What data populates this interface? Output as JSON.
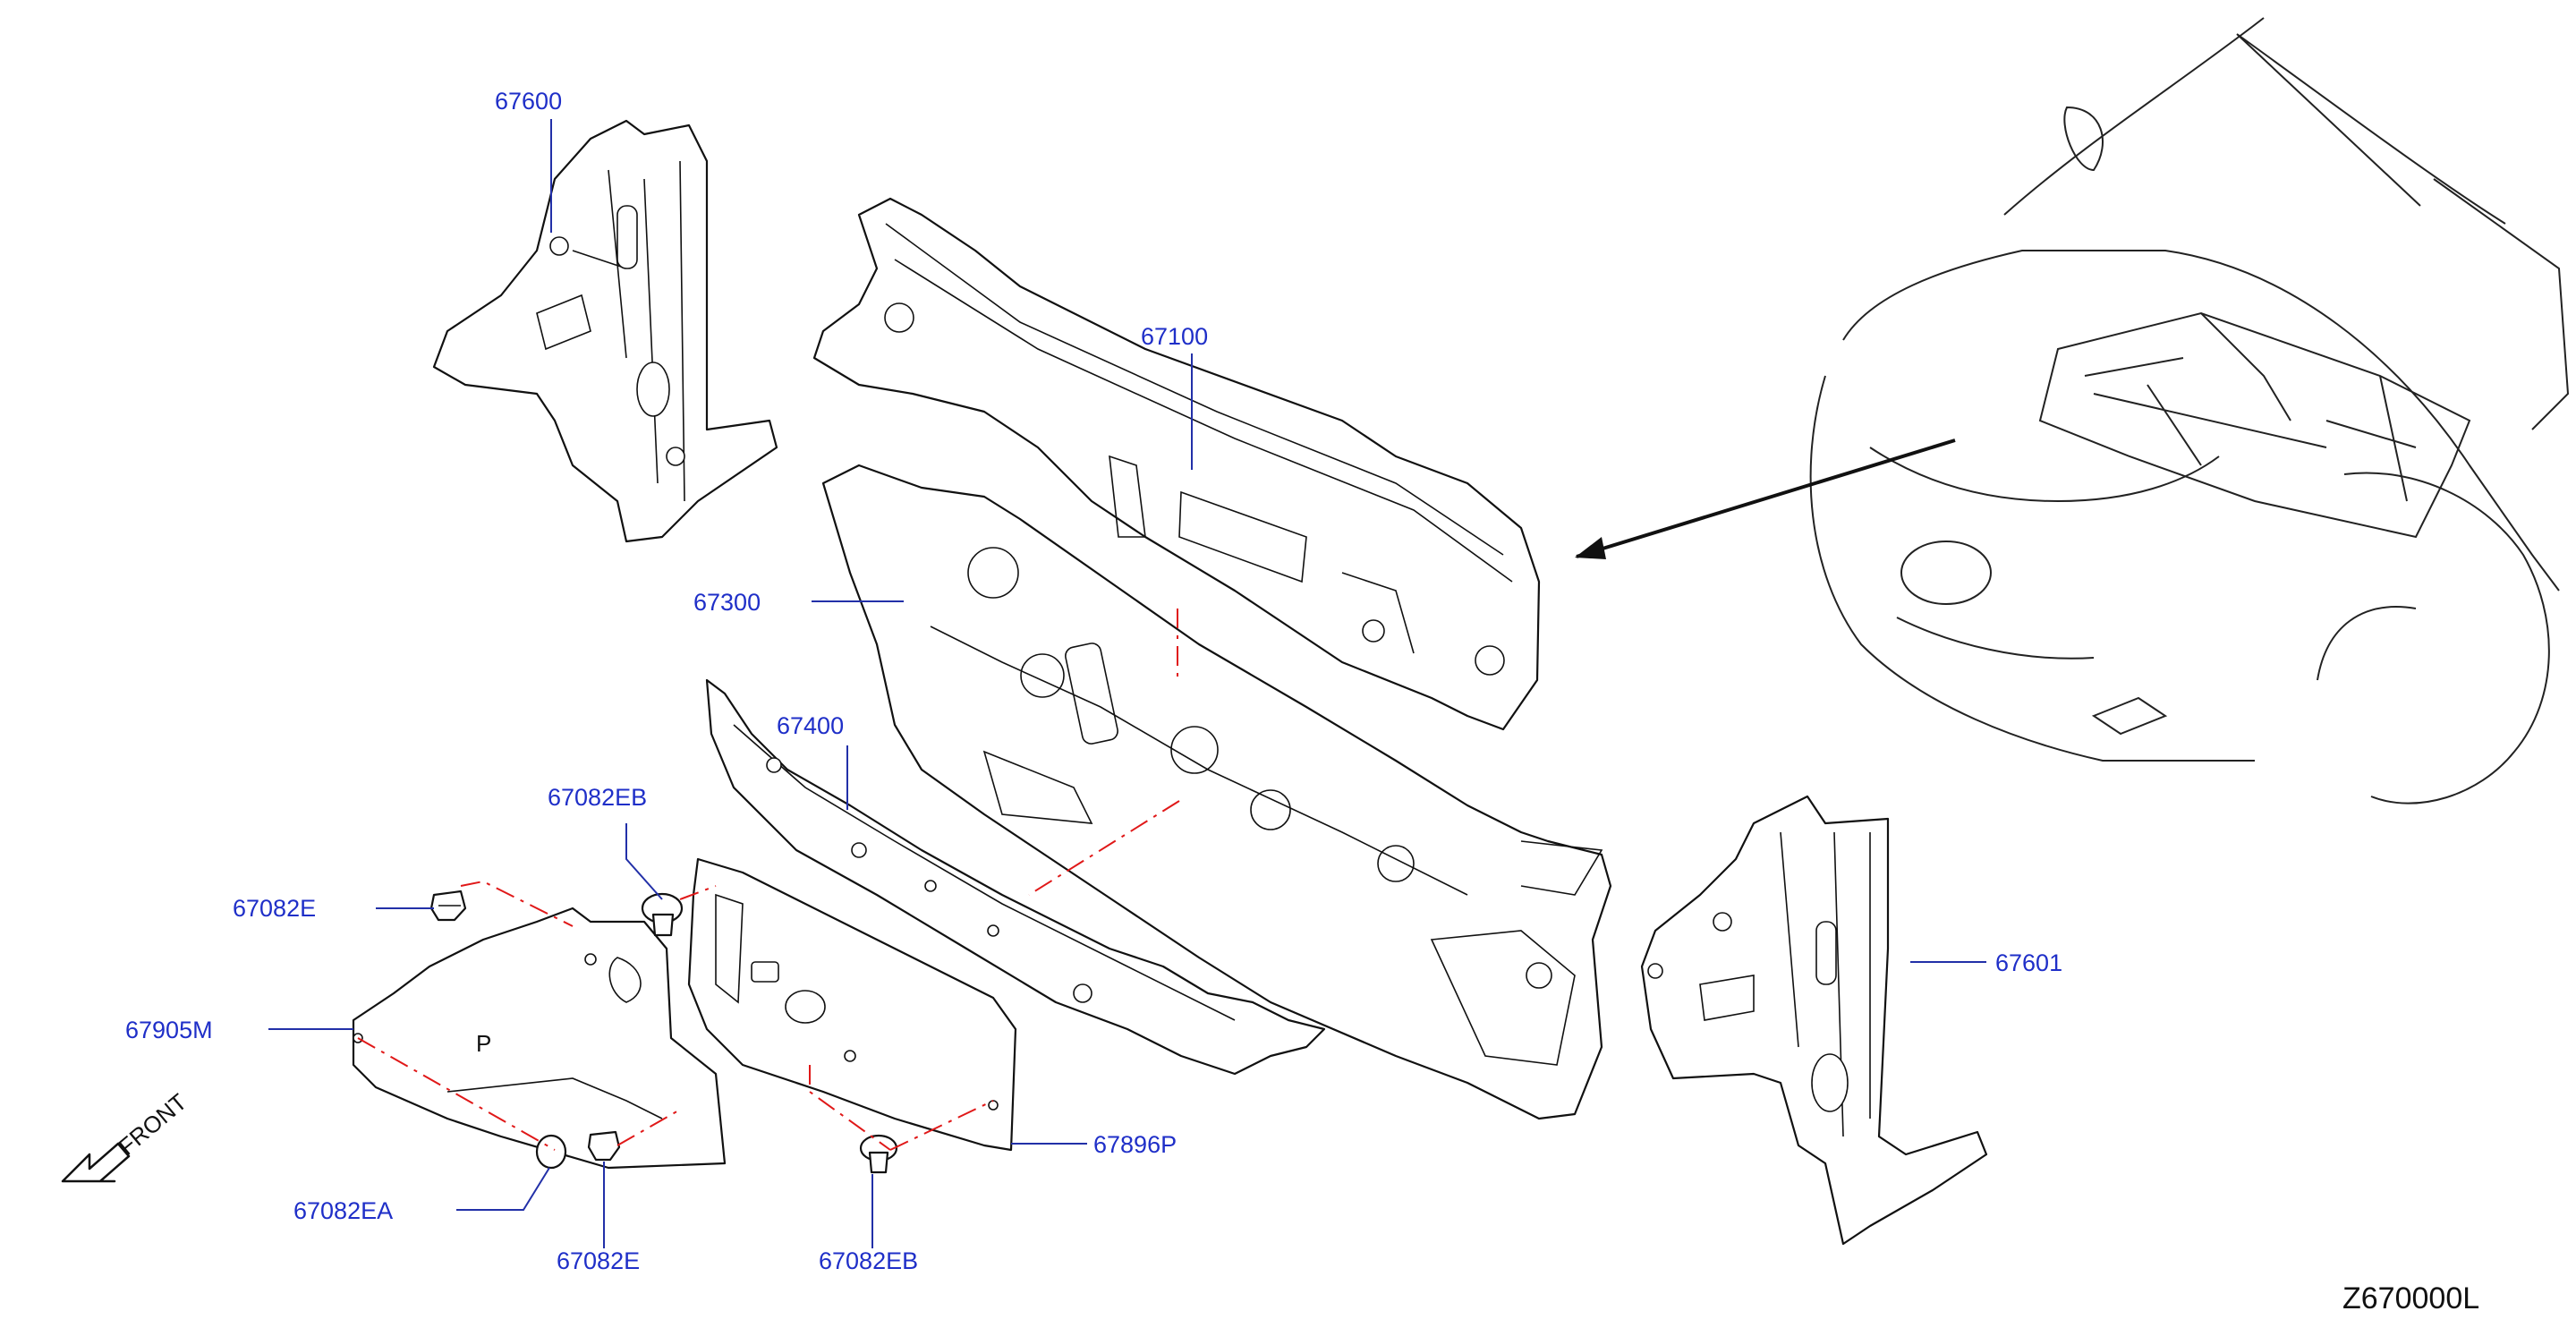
{
  "labels": {
    "p67600": "67600",
    "p67100": "67100",
    "p67300": "67300",
    "p67400": "67400",
    "p67082eb_top": "67082EB",
    "p67082e_top": "67082E",
    "p67905m": "67905M",
    "p67601": "67601",
    "p67896p": "67896P",
    "p67082ea": "67082EA",
    "p67082e_bottom": "67082E",
    "p67082eb_bottom": "67082EB"
  },
  "front_label": "FRONT",
  "ref_code": "Z670000L",
  "colors": {
    "callout": "#1f2fc8",
    "leader": "#2230a8",
    "alignment_line": "#e01818",
    "linework": "#111111"
  }
}
